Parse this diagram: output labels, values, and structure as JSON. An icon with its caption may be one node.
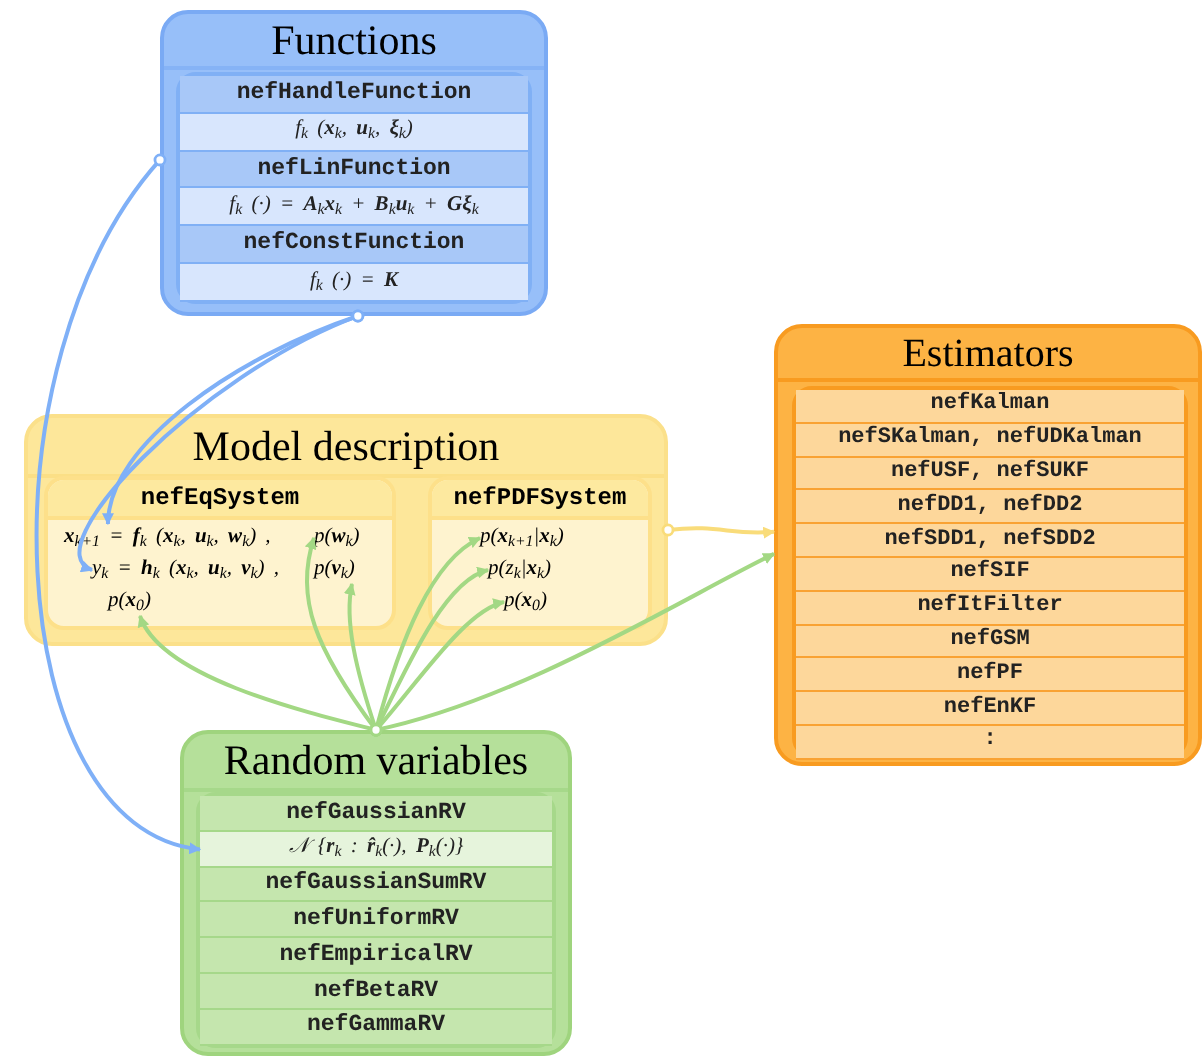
{
  "diagram": {
    "nodes": [
      {
        "text": [
          "Functions"
        ]
      },
      {
        "text": [
          "nefHandleFunction"
        ],
        "in": 0
      },
      {
        "text": [
          "f$_{k}$ (**x**$_{k}$, **u**$_{k}$, **ξ**$_{k}$)"
        ],
        "in": 0
      },
      {
        "text": [
          "nefLinFunction"
        ],
        "in": 0
      },
      {
        "text": [
          "f$_{k}$ (·) = **A**$_{k}$**x**$_{k}$ + **B**$_{k}$**u**$_{k}$ + **Gξ**$_{k}$"
        ],
        "in": 0
      },
      {
        "text": [
          "nefConstFunction"
        ],
        "in": 0
      },
      {
        "text": [
          "f$_{k}$ (·) = **K**"
        ],
        "in": 0
      },
      {
        "text": [
          "Model description"
        ]
      },
      {
        "text": [
          "nefEqSystem"
        ],
        "in": 7
      },
      {
        "text": [
          "**x**$_{k+1}$ = **f**$_{k}$ (**x**$_{k}$, **u**$_{k}$, **w**$_{k}$) ,"
        ],
        "in": 8
      },
      {
        "text": [
          "p(**w**$_{k}$)"
        ],
        "in": 8
      },
      {
        "text": [
          "y$_{k}$ = **h**$_{k}$ (**x**$_{k}$, **u**$_{k}$, **v**$_{k}$) ,"
        ],
        "in": 8
      },
      {
        "text": [
          "p(**v**$_{k}$)"
        ],
        "in": 8
      },
      {
        "text": [
          "p(**x**$_{0}$)"
        ],
        "in": 8
      },
      {
        "text": [
          "nefPDFSystem"
        ],
        "in": 7
      },
      {
        "text": [
          "p(**x**$_{k+1}$|**x**$_{k}$)"
        ],
        "in": 14
      },
      {
        "text": [
          "p(z$_{k}$|**x**$_{k}$)"
        ],
        "in": 14
      },
      {
        "text": [
          "p(**x**$_{0}$)"
        ],
        "in": 14
      },
      {
        "text": [
          "Estimators"
        ]
      },
      {
        "text": [
          "nefKalman"
        ],
        "in": 18
      },
      {
        "text": [
          "nefSKalman, nefUDKalman"
        ],
        "in": 18
      },
      {
        "text": [
          "nefUSF, nefSUKF"
        ],
        "in": 18
      },
      {
        "text": [
          "nefDD1, nefDD2"
        ],
        "in": 18
      },
      {
        "text": [
          "nefSDD1, nefSDD2"
        ],
        "in": 18
      },
      {
        "text": [
          "nefSIF"
        ],
        "in": 18
      },
      {
        "text": [
          "nefItFilter"
        ],
        "in": 18
      },
      {
        "text": [
          "nefGSM"
        ],
        "in": 18
      },
      {
        "text": [
          "nefPF"
        ],
        "in": 18
      },
      {
        "text": [
          "nefEnKF"
        ],
        "in": 18
      },
      {
        "text": [
          ":"
        ],
        "in": 18
      },
      {
        "text": [
          "Random variables"
        ]
      },
      {
        "text": [
          "nefGaussianRV"
        ],
        "in": 30
      },
      {
        "text": [
          "𝒩 {**r**$_{k}$ : **r̂**$_{k}$(·), **P**$_{k}$(·)}"
        ],
        "in": 30
      },
      {
        "text": [
          "nefGaussianSumRV"
        ],
        "in": 30
      },
      {
        "text": [
          "nefUniformRV"
        ],
        "in": 30
      },
      {
        "text": [
          "nefEmpiricalRV"
        ],
        "in": 30
      },
      {
        "text": [
          "nefBetaRV"
        ],
        "in": 30
      },
      {
        "text": [
          "nefGammaRV"
        ],
        "in": 30
      }
    ],
    "edges": [
      {
        "from": 0,
        "to": 32,
        "arrow": "to",
        "color": "#7fb0f7"
      },
      {
        "from": 0,
        "to": 9,
        "arrow": "to",
        "color": "#7fb0f7"
      },
      {
        "from": 0,
        "to": 11,
        "arrow": "to",
        "color": "#7fb0f7"
      },
      {
        "from": 30,
        "to": 13,
        "arrow": "to"
      },
      {
        "from": 30,
        "to": 10,
        "arrow": "to"
      },
      {
        "from": 30,
        "to": 12,
        "arrow": "to"
      },
      {
        "from": 30,
        "to": 15,
        "arrow": "to"
      },
      {
        "from": 30,
        "to": 16,
        "arrow": "to"
      },
      {
        "from": 30,
        "to": 17,
        "arrow": "to"
      },
      {
        "from": 30,
        "to": 18,
        "arrow": "to"
      },
      {
        "from": 7,
        "to": 18,
        "arrow": "to",
        "color": "#f9dc7a"
      }
    ]
  }
}
